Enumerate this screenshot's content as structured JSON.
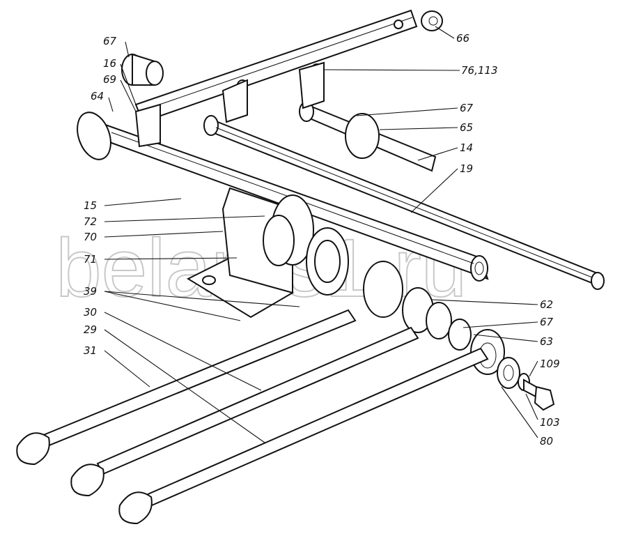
{
  "watermark": "belarus1.ru",
  "callouts": [
    {
      "id": "c67a",
      "label": "67"
    },
    {
      "id": "c16",
      "label": "16"
    },
    {
      "id": "c69",
      "label": "69"
    },
    {
      "id": "c64",
      "label": "64"
    },
    {
      "id": "c66",
      "label": "66"
    },
    {
      "id": "c76",
      "label": "76,113"
    },
    {
      "id": "c67b",
      "label": "67"
    },
    {
      "id": "c65",
      "label": "65"
    },
    {
      "id": "c14",
      "label": "14"
    },
    {
      "id": "c19",
      "label": "19"
    },
    {
      "id": "c15",
      "label": "15"
    },
    {
      "id": "c72",
      "label": "72"
    },
    {
      "id": "c70",
      "label": "70"
    },
    {
      "id": "c71",
      "label": "71"
    },
    {
      "id": "c39",
      "label": "39"
    },
    {
      "id": "c30",
      "label": "30"
    },
    {
      "id": "c29",
      "label": "29"
    },
    {
      "id": "c31",
      "label": "31"
    },
    {
      "id": "c62",
      "label": "62"
    },
    {
      "id": "c67c",
      "label": "67"
    },
    {
      "id": "c63",
      "label": "63"
    },
    {
      "id": "c109",
      "label": "109"
    },
    {
      "id": "c103",
      "label": "103"
    },
    {
      "id": "c80",
      "label": "80"
    }
  ]
}
